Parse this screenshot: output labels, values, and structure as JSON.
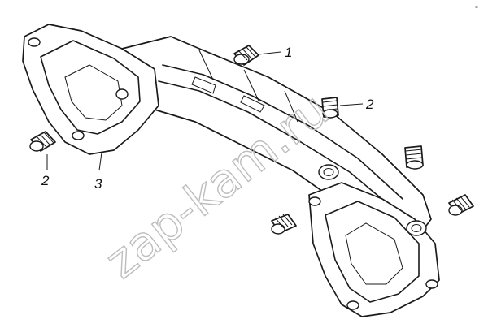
{
  "corner_mark": "-",
  "watermark": "zap-kam.ru",
  "callouts": [
    {
      "id": "c1",
      "label": "1"
    },
    {
      "id": "c2a",
      "label": "2"
    },
    {
      "id": "c2b",
      "label": "2"
    },
    {
      "id": "c3",
      "label": "3"
    }
  ]
}
